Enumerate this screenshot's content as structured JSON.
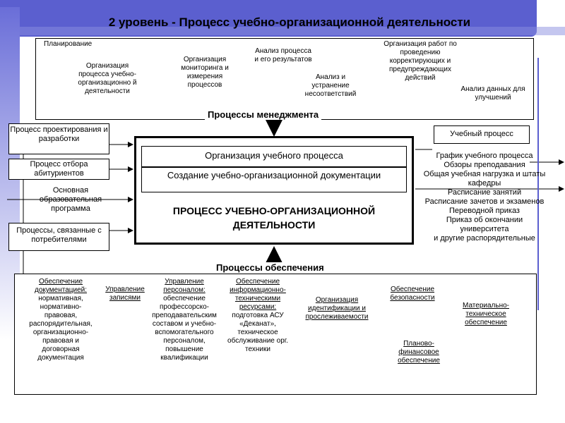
{
  "title": "2 уровень - Процесс учебно-организационной деятельности",
  "management": {
    "label": "Процессы менеджмента",
    "items": [
      "Планирование",
      "Организация процесса учебно-организационно й деятельности",
      "Организация мониторинга и измерения процессов",
      "Анализ процесса и его результатов",
      "Анализ и устранение несоответствий",
      "Организация работ по проведению корректирующих и предупреждающих действий",
      "Анализ данных для улучшений"
    ]
  },
  "inputs": [
    "Процесс проектирования и разработки",
    "Процесс отбора абитуриентов",
    "Основная образовательная программа",
    "Процессы, связанные с потребителями"
  ],
  "center": {
    "sub1": "Организация учебного процесса",
    "sub2": "Создание учебно-организационной документации",
    "main": "ПРОЦЕСС УЧЕБНО-ОРГАНИЗАЦИОННОЙ ДЕЯТЕЛЬНОСТИ"
  },
  "output_box": "Учебный процесс",
  "outputs": [
    "График учебного процесса",
    "Обзоры преподавания",
    "Общая учебная нагрузка и штаты кафедры",
    "Расписание занятий",
    "Расписание зачетов и экзаменов",
    "Переводной приказ",
    "Приказ об окончании университета",
    "и другие распорядительные документы, отражающие учебно-организационную"
  ],
  "support": {
    "label": "Процессы обеспечения",
    "items": [
      {
        "head": "Обеспечение документацией:",
        "body": "нормативная, нормативно-правовая, распорядительная, организационно-правовая и договорная документация"
      },
      {
        "head": "Управление записями",
        "body": ""
      },
      {
        "head": "Управление персоналом:",
        "body": "обеспечение профессорско-преподавательским составом и учебно-вспомогательного персоналом, повышение квалификации"
      },
      {
        "head": "Обеспечение информационно-техническими ресурсами:",
        "body": "подготовка АСУ «Деканат», техническое обслуживание орг. техники"
      },
      {
        "head": "Организация идентификации и прослеживаемости",
        "body": ""
      },
      {
        "head": "Обеспечение безопасности",
        "body": ""
      },
      {
        "head": "Планово-финансовое обеспечение",
        "body": ""
      },
      {
        "head": "Материально-техническое обеспечение",
        "body": ""
      }
    ]
  }
}
